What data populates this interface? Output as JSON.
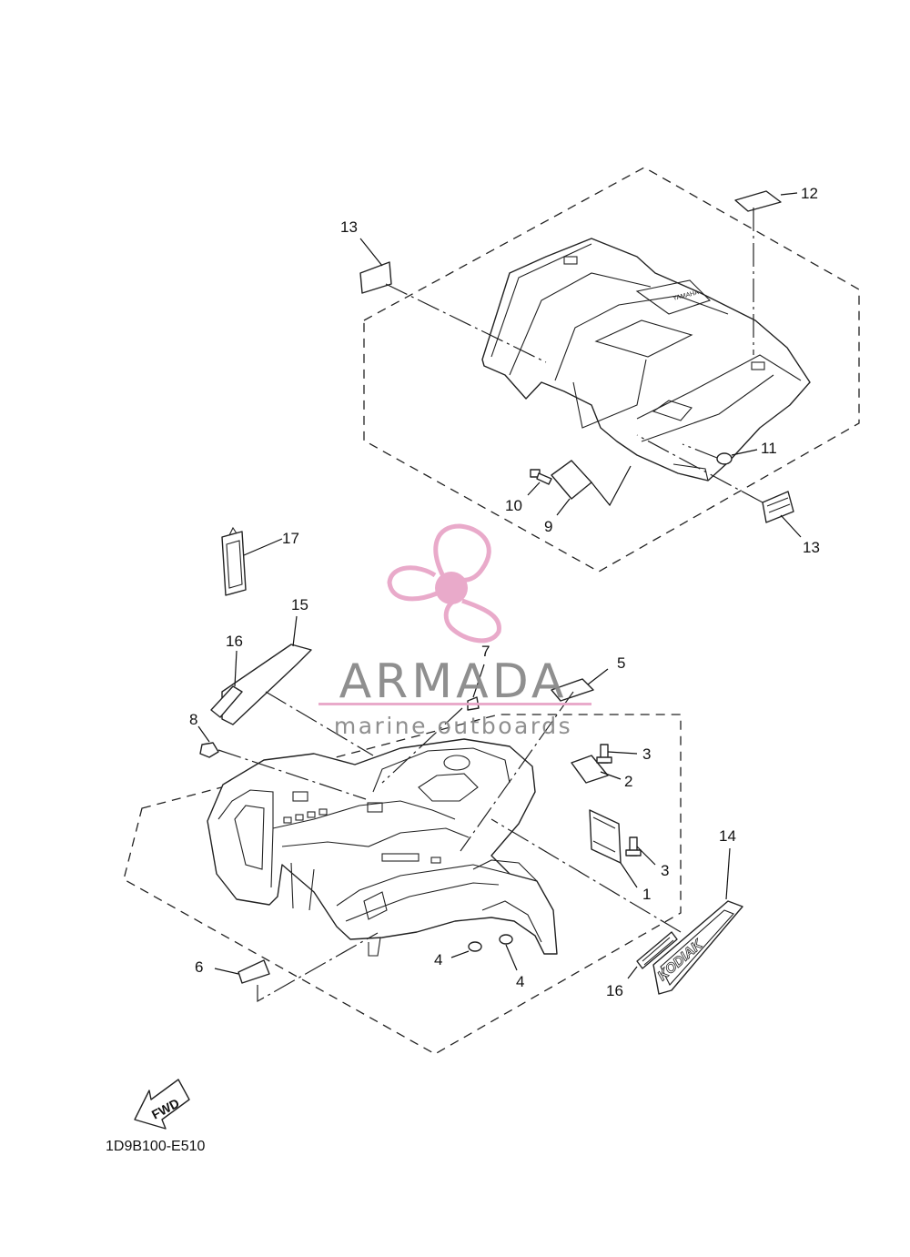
{
  "diagram_code": "1D9B100-E510",
  "fwd_label": "FWD",
  "kodiak_label": "KODIAK",
  "yamaha_label": "YAMAHA",
  "watermark": {
    "brand": "ARMADA",
    "tagline": "marine outboards",
    "color": "#e8a6c8"
  },
  "callouts": [
    "1",
    "2",
    "3",
    "3",
    "4",
    "4",
    "5",
    "6",
    "7",
    "8",
    "9",
    "10",
    "11",
    "12",
    "13",
    "13",
    "14",
    "15",
    "16",
    "16",
    "17"
  ]
}
